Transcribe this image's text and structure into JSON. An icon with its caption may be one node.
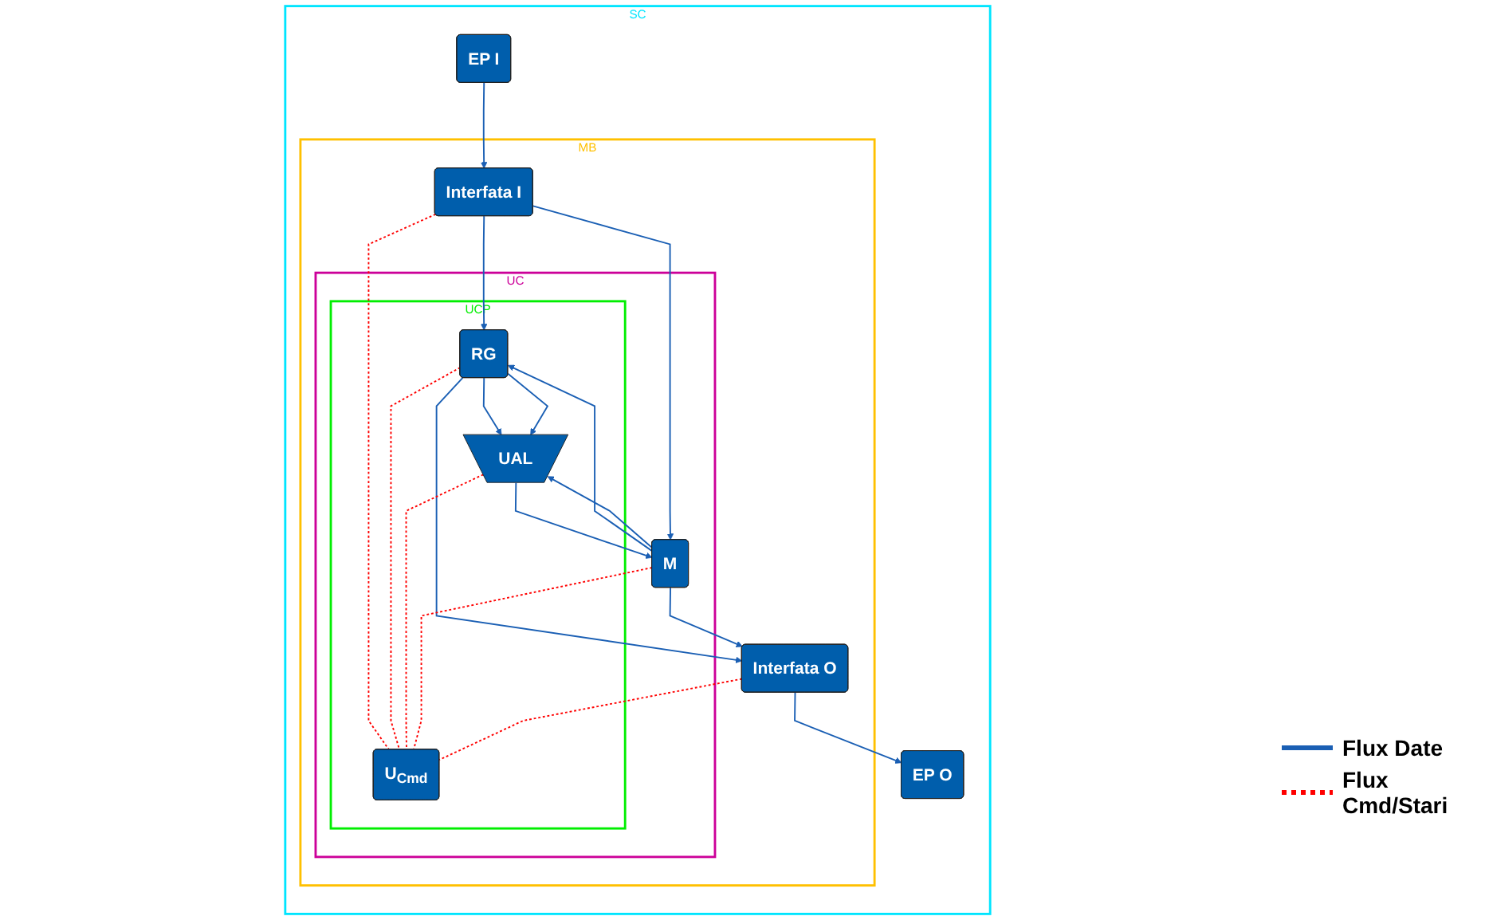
{
  "diagram": {
    "nodes": [
      {
        "text": [
          "SC"
        ]
      },
      {
        "text": [
          "EP I"
        ],
        "in": 0
      },
      {
        "text": [
          "MB"
        ],
        "in": 0
      },
      {
        "text": [
          "Interfata I"
        ],
        "in": 2
      },
      {
        "text": [
          "UC"
        ],
        "in": 2
      },
      {
        "text": [
          "M"
        ],
        "in": 4
      },
      {
        "text": [
          "UCP"
        ],
        "in": 4
      },
      {
        "text": [
          "RG"
        ],
        "in": 6
      },
      {
        "text": [
          "UAL"
        ],
        "in": 6
      },
      {
        "text": [
          "U$_{Cmd}$"
        ],
        "in": 6
      },
      {
        "text": [
          "Interfata O"
        ],
        "in": 2
      },
      {
        "text": [
          "EP O"
        ],
        "in": 0
      }
    ],
    "edges": [
      {
        "from": 1,
        "to": 3,
        "arrow": "to"
      },
      {
        "from": 3,
        "to": 5,
        "arrow": "to"
      },
      {
        "from": 3,
        "to": 7,
        "arrow": "to"
      },
      {
        "from": 5,
        "to": 10,
        "arrow": "to"
      },
      {
        "from": 10,
        "to": 11,
        "arrow": "to"
      },
      {
        "from": 5,
        "to": 7,
        "arrow": "to"
      },
      {
        "from": 5,
        "to": 8,
        "arrow": "to"
      },
      {
        "from": 7,
        "to": 10,
        "arrow": "to"
      },
      {
        "from": 7,
        "to": 8,
        "arrow": "to"
      },
      {
        "from": 7,
        "to": 8,
        "arrow": "to"
      },
      {
        "from": 8,
        "to": 5,
        "arrow": "to"
      },
      {
        "from": 3,
        "to": 9,
        "arrow": "none",
        "style": "dashed",
        "color": "#ff0000"
      },
      {
        "from": 7,
        "to": 9,
        "arrow": "none",
        "style": "dashed",
        "color": "#ff0000"
      },
      {
        "from": 8,
        "to": 9,
        "arrow": "none",
        "style": "dashed",
        "color": "#ff0000"
      },
      {
        "from": 5,
        "to": 9,
        "arrow": "none",
        "style": "dashed",
        "color": "#ff0000"
      },
      {
        "from": 10,
        "to": 9,
        "arrow": "none",
        "style": "dashed",
        "color": "#ff0000"
      }
    ],
    "legend": [
      {
        "text": "Flux Date"
      },
      {
        "text": "Flux Cmd/Stari"
      }
    ]
  }
}
